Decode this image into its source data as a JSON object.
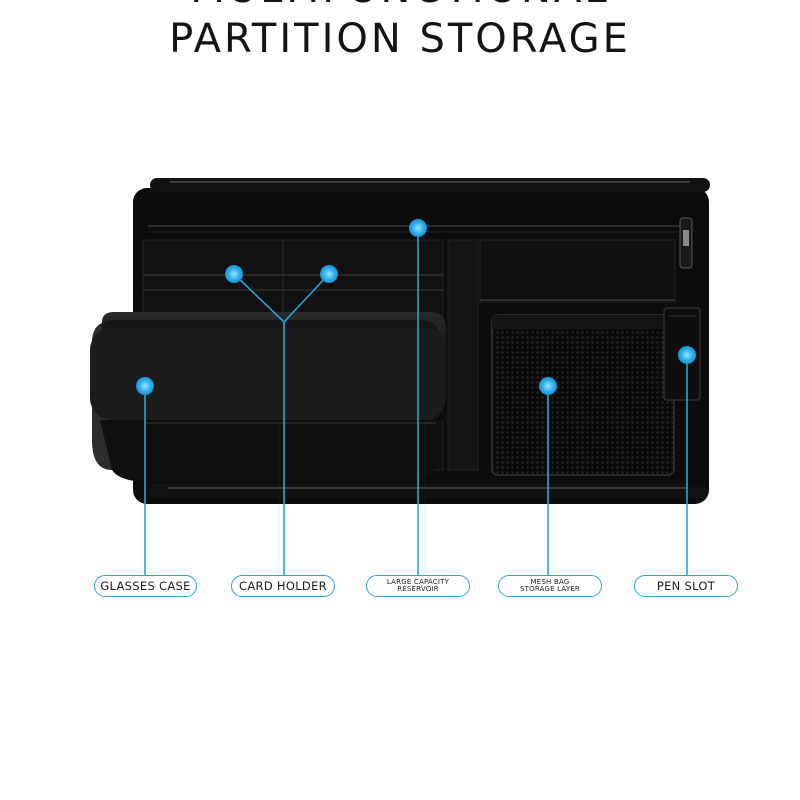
{
  "title": {
    "line1": "MULTIFUNCTIONAL",
    "line2": "PARTITION STORAGE"
  },
  "callouts": [
    {
      "id": "glasses-case",
      "lines": [
        "GLASSES CASE"
      ]
    },
    {
      "id": "card-holder",
      "lines": [
        "CARD HOLDER"
      ]
    },
    {
      "id": "large-capacity-reservoir",
      "lines": [
        "LARGE CAPACITY",
        "RESERVOIR"
      ]
    },
    {
      "id": "mesh-bag-storage-layer",
      "lines": [
        "MESH BAG",
        "STORAGE LAYER"
      ]
    },
    {
      "id": "pen-slot",
      "lines": [
        "PEN SLOT"
      ]
    }
  ],
  "colors": {
    "accent": "#2aa3dc",
    "product": "#0d0d0d"
  }
}
